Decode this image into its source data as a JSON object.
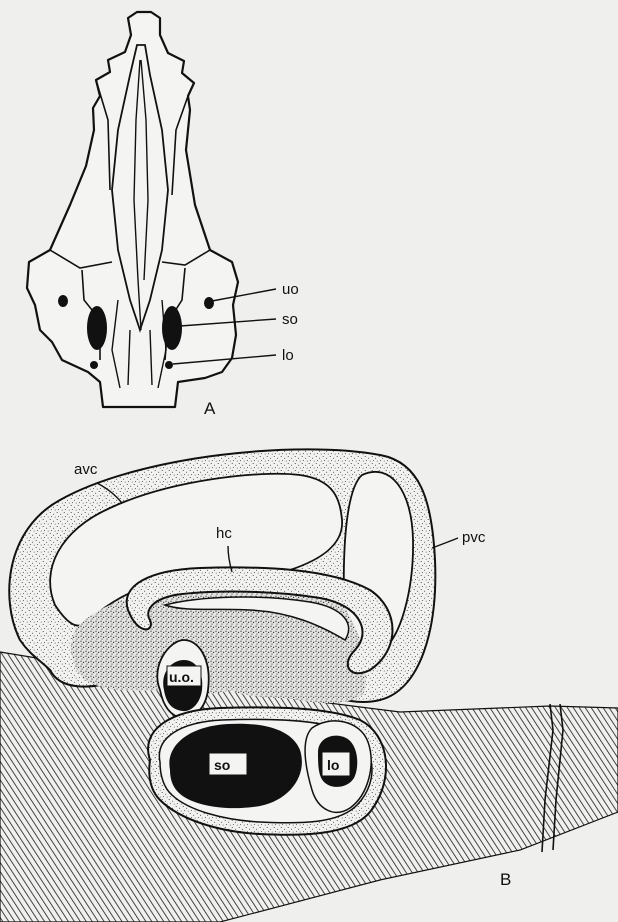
{
  "figure": {
    "panel_a": {
      "letter": "A",
      "labels": {
        "uo": "uo",
        "so": "so",
        "lo": "lo"
      }
    },
    "panel_b": {
      "letter": "B",
      "labels": {
        "avc": "avc",
        "hc": "hc",
        "pvc": "pvc",
        "uo": "u.o.",
        "so": "so",
        "lo": "lo"
      }
    }
  }
}
